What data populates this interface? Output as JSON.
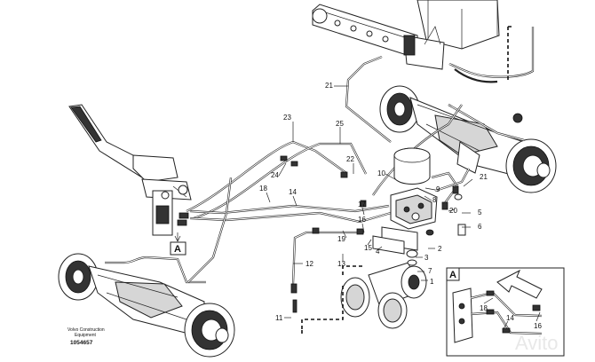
{
  "callouts": [
    "21",
    "23",
    "25",
    "22",
    "24",
    "10",
    "9",
    "8",
    "21",
    "20",
    "5",
    "6",
    "18",
    "14",
    "17",
    "16",
    "19",
    "12",
    "15",
    "4",
    "13",
    "2",
    "3",
    "7",
    "1",
    "11"
  ],
  "inset_callouts": [
    "18",
    "14",
    "16"
  ],
  "view_label": "A",
  "inset_view_label": "A",
  "credit_line1": "Volvo Construction",
  "credit_line2": "Equipment",
  "drawing_number": "1054657",
  "watermark": "Avito"
}
